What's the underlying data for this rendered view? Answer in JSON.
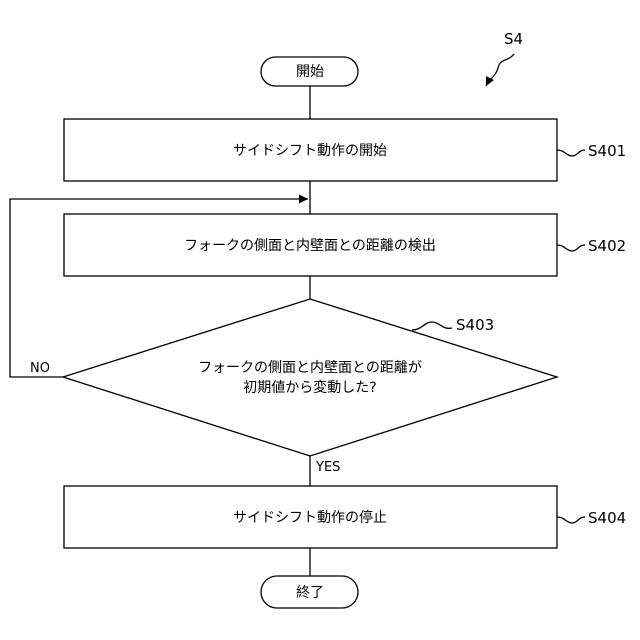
{
  "figure": {
    "label": "S4"
  },
  "nodes": {
    "start": {
      "text": "開始"
    },
    "s401": {
      "ref": "S401",
      "text": "サイドシフト動作の開始"
    },
    "s402": {
      "ref": "S402",
      "text": "フォークの側面と内壁面との距離の検出"
    },
    "s403": {
      "ref": "S403",
      "text_line1": "フォークの側面と内壁面との距離が",
      "text_line2": "初期値から変動した?"
    },
    "s404": {
      "ref": "S404",
      "text": "サイドシフト動作の停止"
    },
    "end": {
      "text": "終了"
    }
  },
  "branches": {
    "no": "NO",
    "yes": "YES"
  }
}
